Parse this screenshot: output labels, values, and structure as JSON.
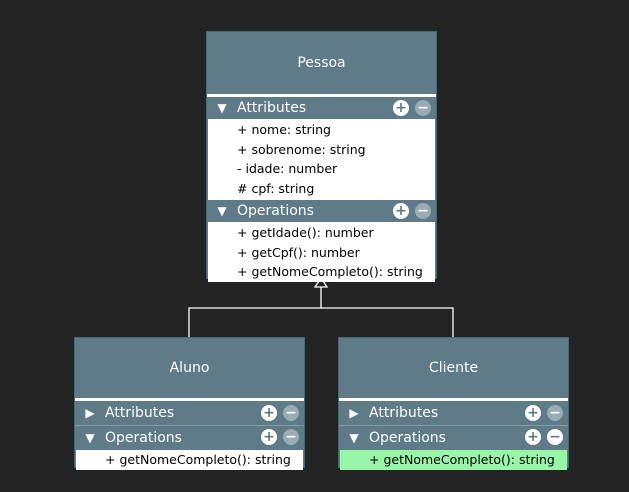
{
  "diagram": {
    "classes": [
      {
        "id": "pessoa",
        "name": "Pessoa",
        "sections": [
          {
            "label": "Attributes",
            "expanded": true,
            "members": [
              "+ nome: string",
              "+ sobrenome: string",
              "- idade: number",
              "# cpf: string"
            ]
          },
          {
            "label": "Operations",
            "expanded": true,
            "members": [
              "+ getIdade(): number",
              "+ getCpf(): number",
              "+ getNomeCompleto(): string"
            ]
          }
        ]
      },
      {
        "id": "aluno",
        "name": "Aluno",
        "sections": [
          {
            "label": "Attributes",
            "expanded": false,
            "members": []
          },
          {
            "label": "Operations",
            "expanded": true,
            "members": [
              "+ getNomeCompleto(): string"
            ]
          }
        ]
      },
      {
        "id": "cliente",
        "name": "Cliente",
        "sections": [
          {
            "label": "Attributes",
            "expanded": false,
            "members": []
          },
          {
            "label": "Operations",
            "expanded": true,
            "members": [
              "+ getNomeCompleto(): string"
            ],
            "selected_member": 0
          }
        ]
      }
    ],
    "relationships": [
      {
        "type": "generalization",
        "from": "aluno",
        "to": "pessoa"
      },
      {
        "type": "generalization",
        "from": "cliente",
        "to": "pessoa"
      }
    ],
    "icons": {
      "expanded": "▼",
      "collapsed": "▶",
      "add": "+",
      "remove": "−"
    },
    "colors": {
      "background": "#232323",
      "class_fill": "#5e7b87",
      "selected_member": "#99f5a7"
    }
  }
}
